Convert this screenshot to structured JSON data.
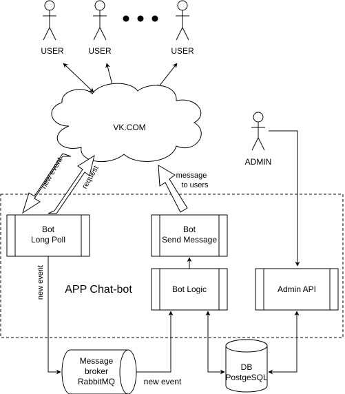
{
  "users": {
    "label": "USER",
    "ellipsis": "• • •"
  },
  "admin": {
    "label": "ADMIN"
  },
  "cloud": {
    "label": "VK.COM"
  },
  "container": {
    "label": "APP Chat-bot"
  },
  "flow_labels": {
    "new_event_in": "new event",
    "request": "request",
    "message_line1": "message",
    "message_line2": "to users",
    "new_event_broker_in": "new event",
    "new_event_broker_out": "new event"
  },
  "nodes": {
    "long_poll": {
      "line1": "Bot",
      "line2": "Long Poll"
    },
    "send_message": {
      "line1": "Bot",
      "line2": "Send Message"
    },
    "bot_logic": {
      "label": "Bot Logic"
    },
    "admin_api": {
      "label": "Admin API"
    },
    "broker": {
      "line1": "Message",
      "line2": "broker",
      "line3": "RabbitMQ"
    },
    "db": {
      "line1": "DB",
      "line2": "PostgeSQL"
    }
  }
}
